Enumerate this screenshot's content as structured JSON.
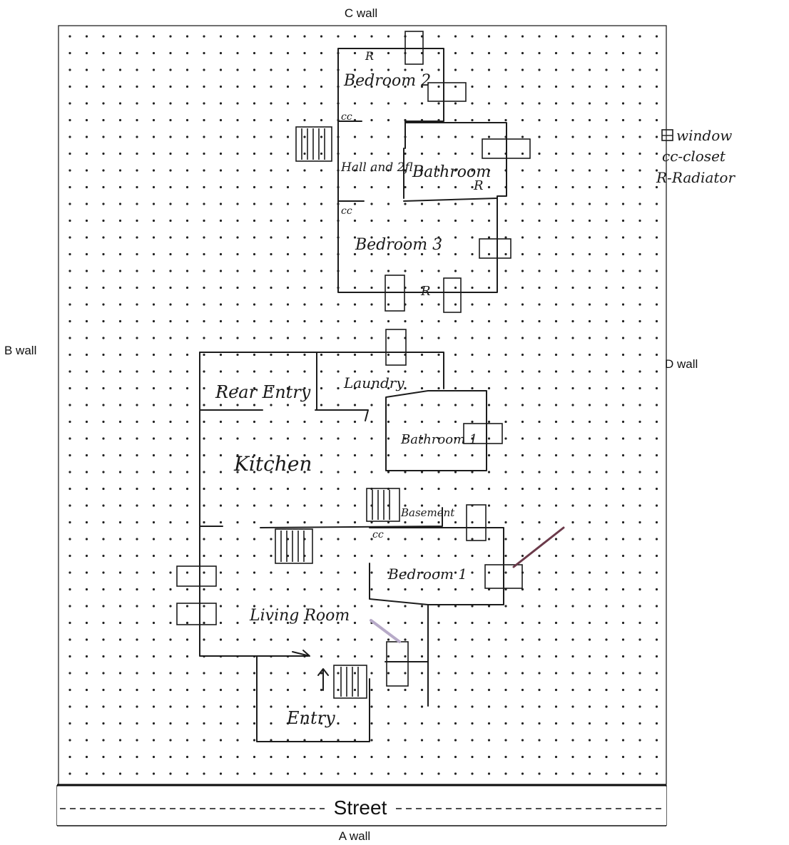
{
  "walls": {
    "top": "C wall",
    "left": "B wall",
    "right": "D wall",
    "bottom": "A wall"
  },
  "street": "Street",
  "legend": {
    "window": "window",
    "closet": "cc-closet",
    "radiator": "R-Radiator"
  },
  "rooms": {
    "bedroom2": "Bedroom 2",
    "hall": "Hall and 2fl",
    "bathroom2": "Bathroom",
    "bedroom3": "Bedroom 3",
    "rear_entry": "Rear Entry",
    "laundry": "Laundry",
    "bathroom1": "Bathroom 1",
    "kitchen": "Kitchen",
    "basement": "Basement",
    "bedroom1": "Bedroom 1",
    "living_room": "Living Room",
    "entry": "Entry"
  },
  "marks": {
    "closet": "cc",
    "radiator": "R"
  }
}
